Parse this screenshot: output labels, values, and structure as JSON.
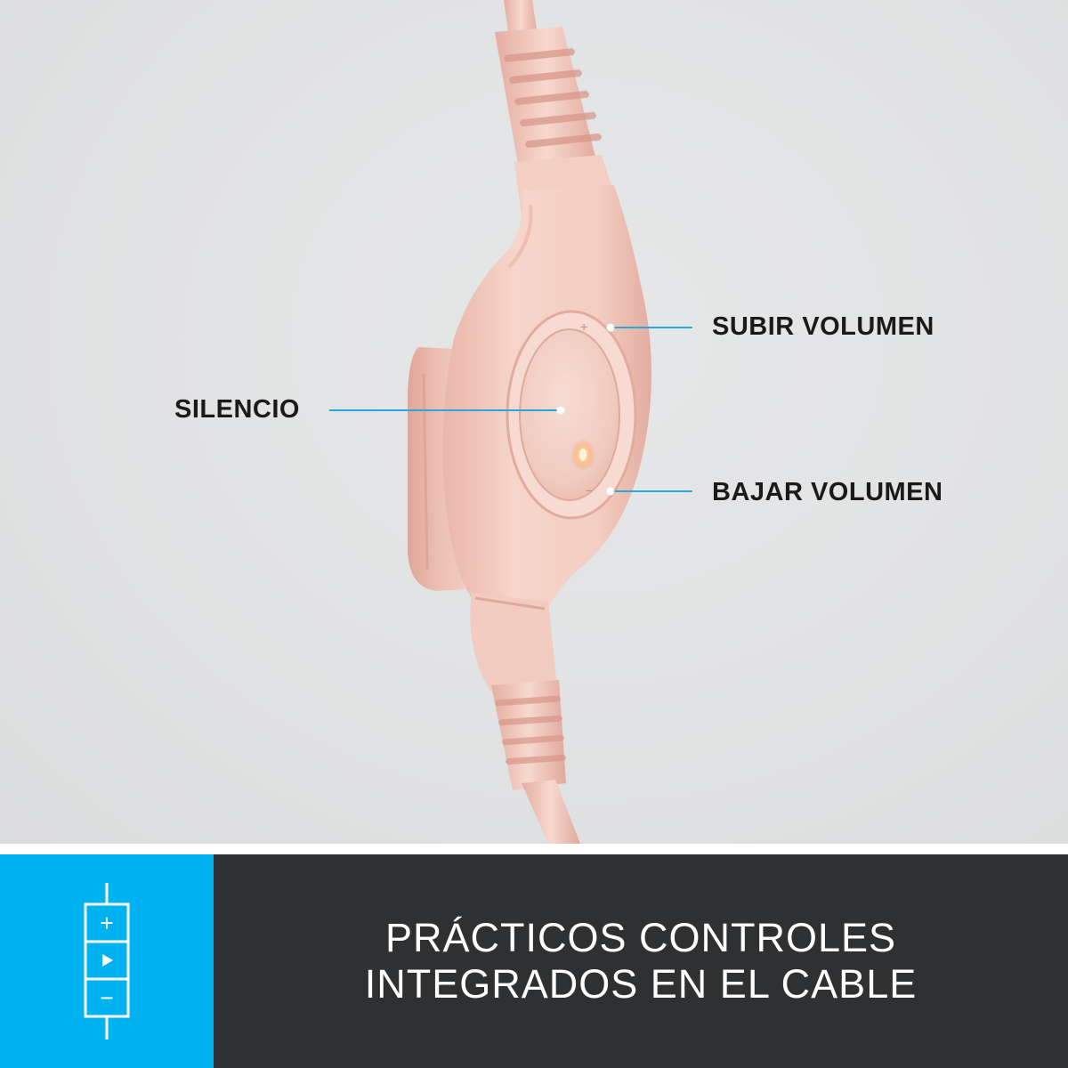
{
  "callouts": {
    "mute": "SILENCIO",
    "volume_up": "SUBIR VOLUMEN",
    "volume_down": "BAJAR VOLUMEN"
  },
  "remote_symbols": {
    "plus": "+",
    "minus": "−"
  },
  "banner": {
    "line1": "PRÁCTICOS CONTROLES",
    "line2": "INTEGRADOS EN EL CABLE"
  },
  "banner_icon": {
    "plus": "+",
    "minus": "−"
  },
  "colors": {
    "accent": "#00b3f0",
    "banner_background": "#2f3032",
    "callout_line": "#2aa7dc",
    "product": "#f4cfc4"
  },
  "icons": {
    "banner_icon": "inline-remote-icon"
  }
}
